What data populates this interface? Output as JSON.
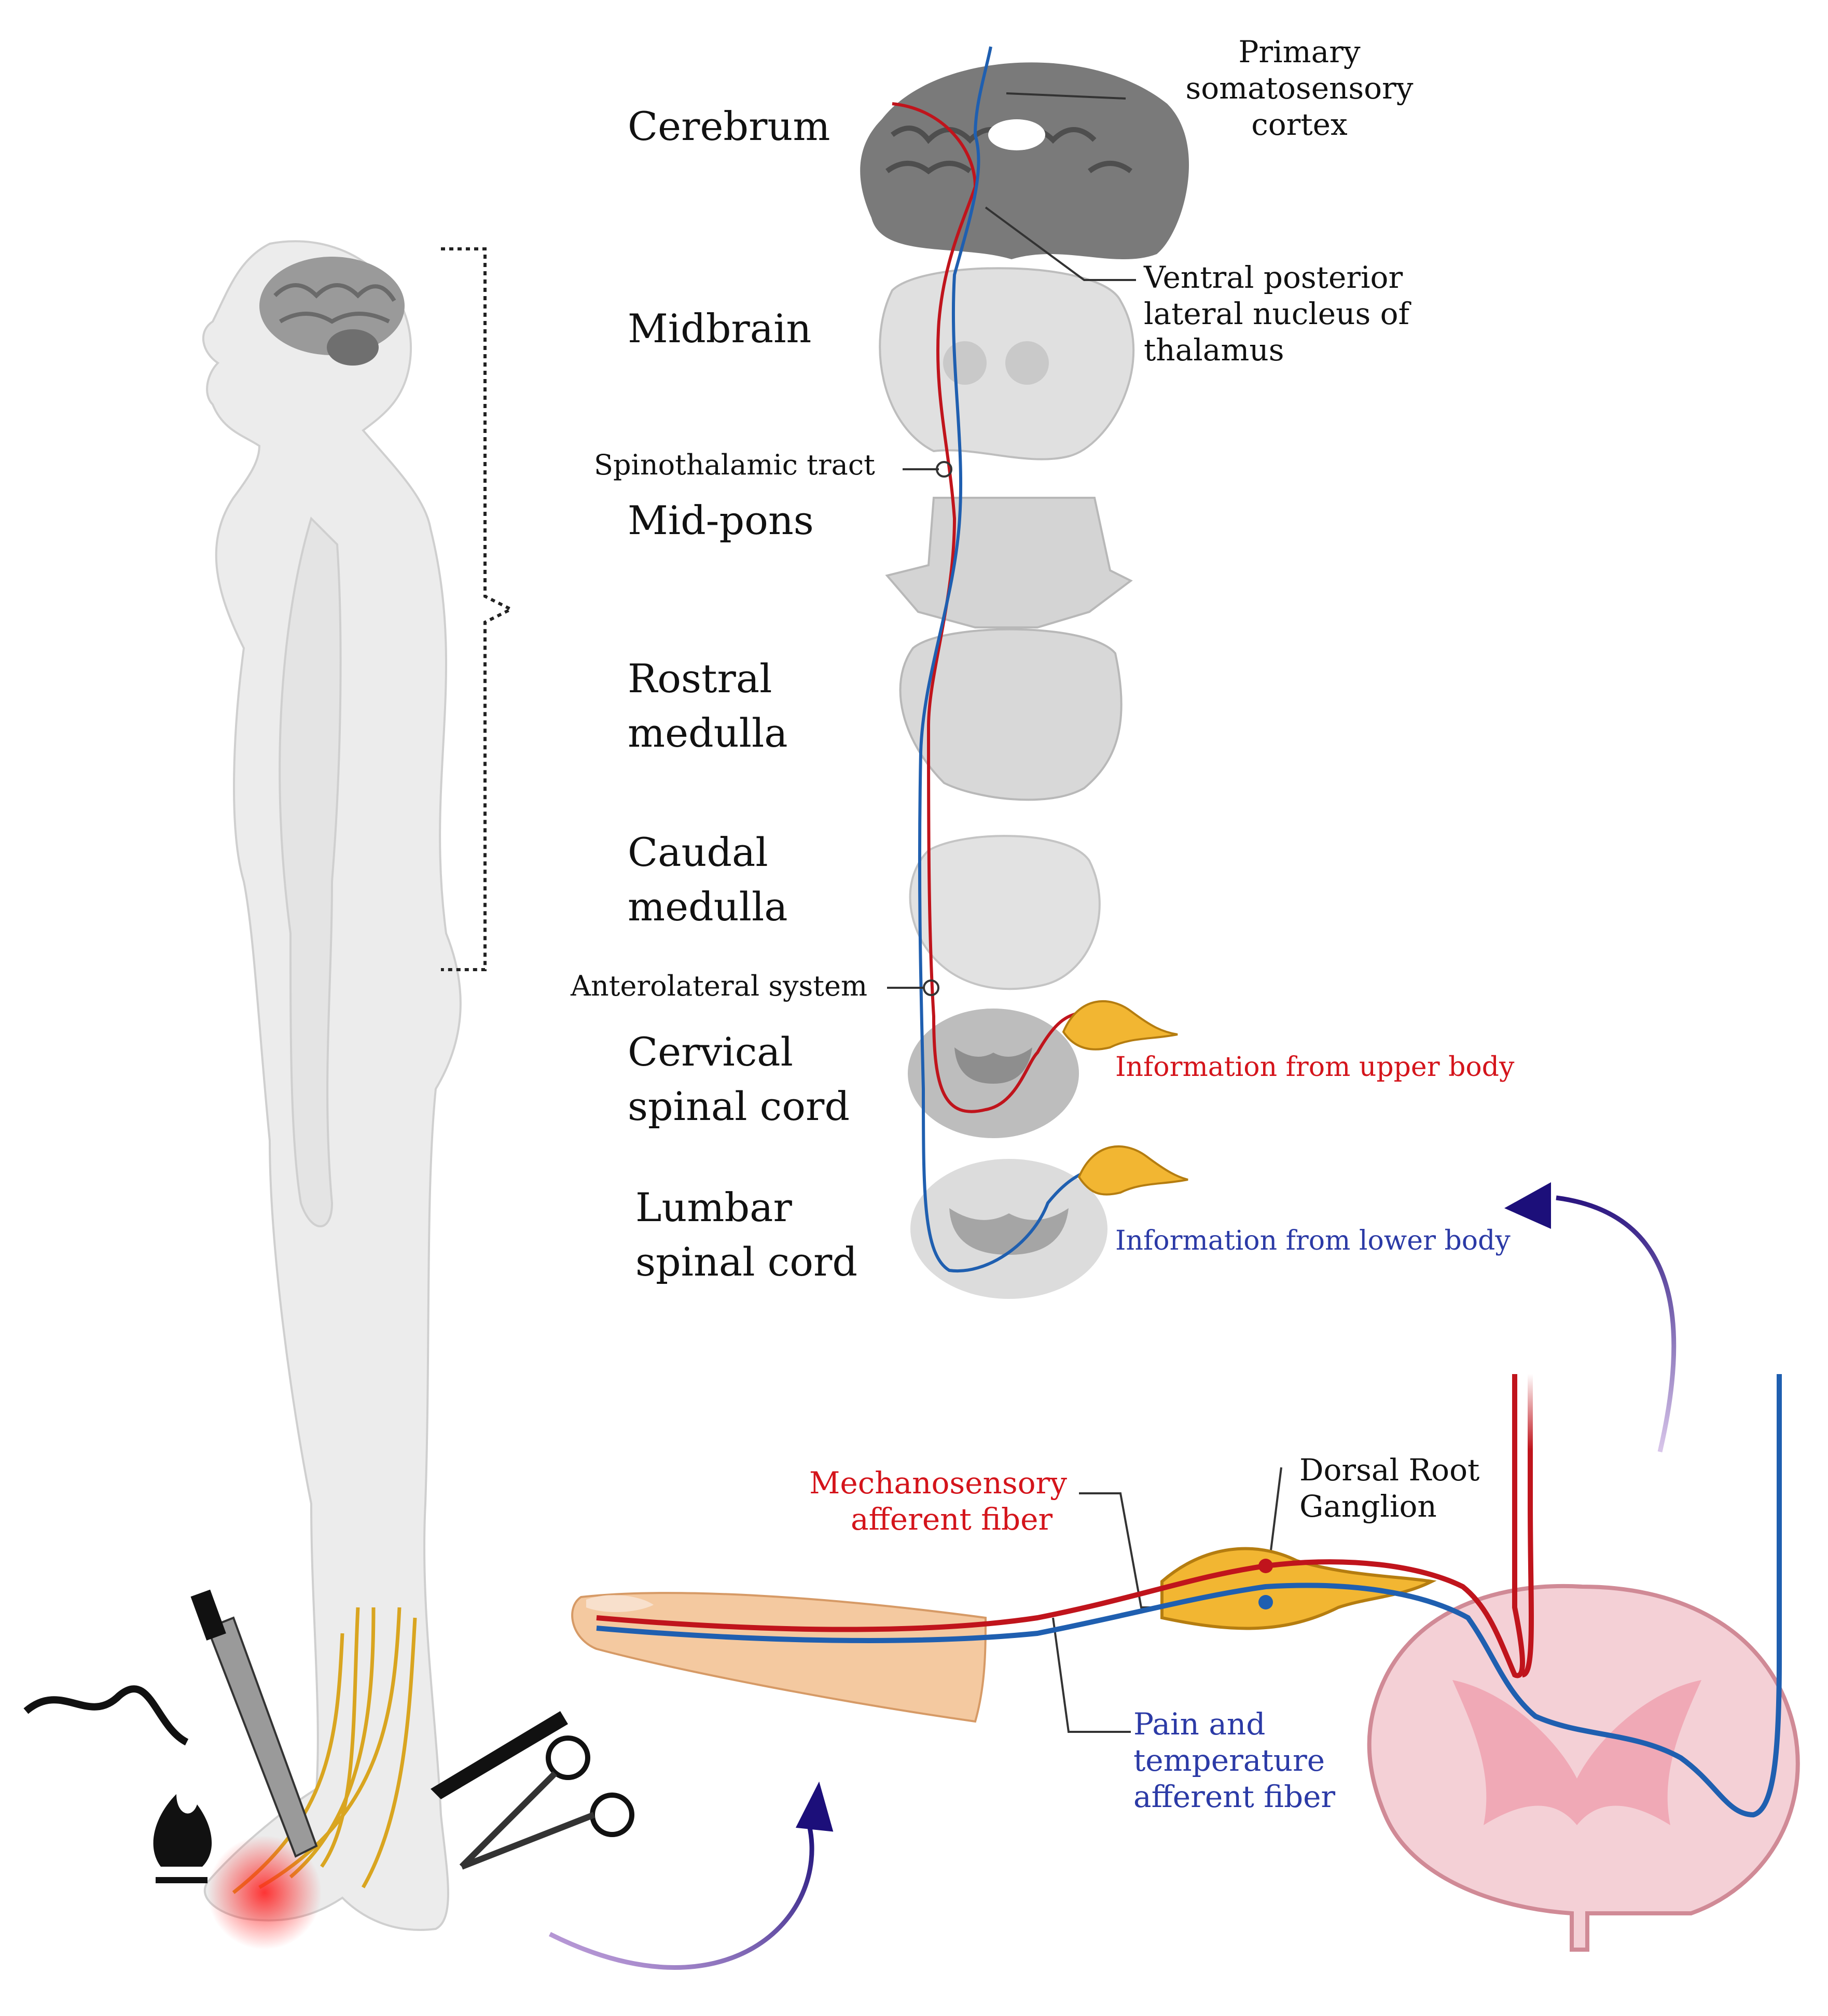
{
  "levels": {
    "cerebrum": "Cerebrum",
    "midbrain": "Midbrain",
    "mid_pons": "Mid-pons",
    "rostral_medulla": [
      "Rostral",
      "medulla"
    ],
    "caudal_medulla": [
      "Caudal",
      "medulla"
    ],
    "cervical_cord": [
      "Cervical",
      "spinal cord"
    ],
    "lumbar_cord": [
      "Lumbar",
      "spinal cord"
    ]
  },
  "annotations": {
    "primary_cortex": [
      "Primary",
      "somatosensory",
      "cortex"
    ],
    "vpl_thalamus": [
      "Ventral posterior",
      "lateral nucleus of",
      "thalamus"
    ],
    "spinothalamic": "Spinothalamic tract",
    "anterolateral": "Anterolateral system",
    "upper_body": "Information from upper body",
    "lower_body": "Information from lower body",
    "mechano_fiber": [
      "Mechanosensory",
      "afferent fiber"
    ],
    "drg": [
      "Dorsal Root",
      "Ganglion"
    ],
    "pain_fiber": [
      "Pain and",
      "temperature",
      "afferent fiber"
    ]
  },
  "icons": [
    "human-figure-icon",
    "brain-icon",
    "knife-icon",
    "scalpel-icon",
    "scissors-icon",
    "fire-icon",
    "heat-wave-icon",
    "finger-icon",
    "spinal-cord-icon",
    "dorsal-root-ganglion-icon"
  ],
  "colors": {
    "mechanosensory": "#c0141c",
    "pain_temperature": "#1f5fb0",
    "ganglion": "#f2b632",
    "arrow": "#2a1a7a",
    "body": "#e8e8e8",
    "cord_section": "#f4d0d6"
  }
}
